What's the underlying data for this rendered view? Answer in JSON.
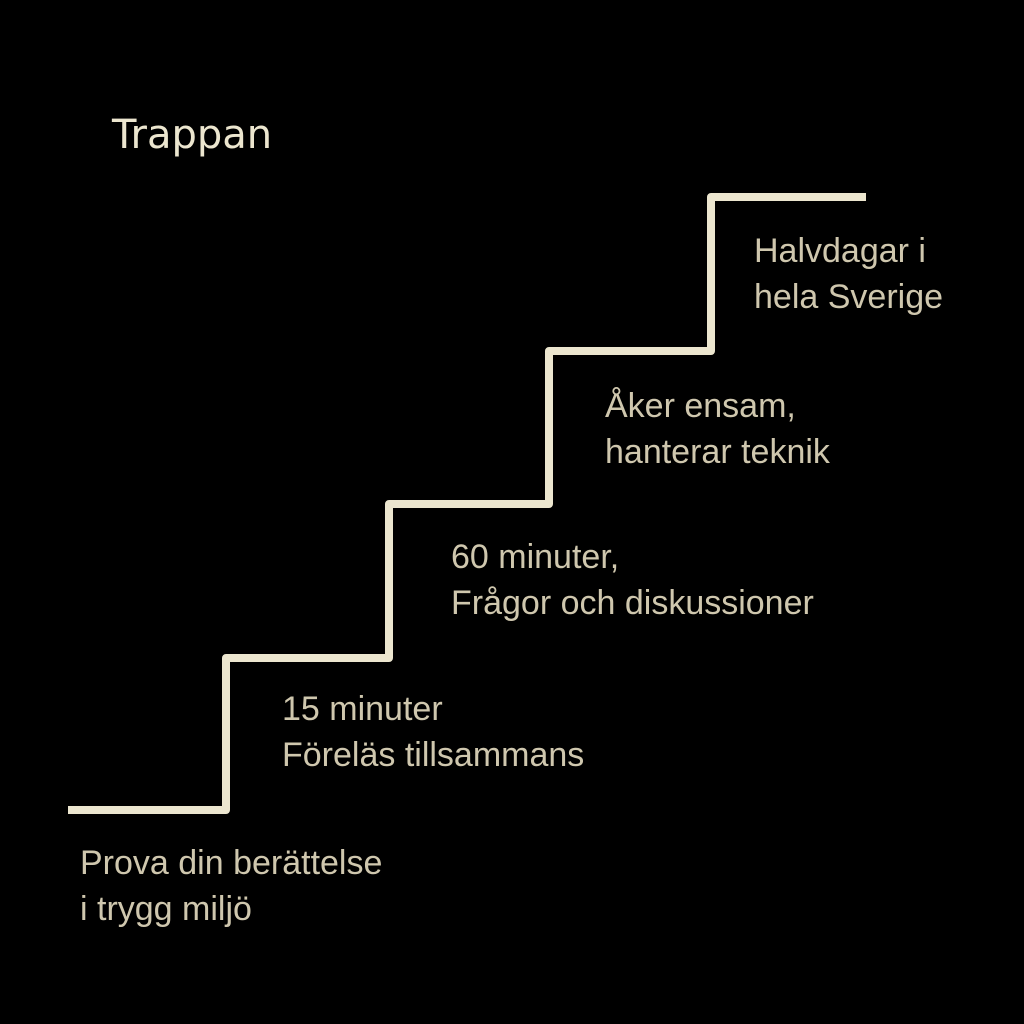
{
  "title": "Trappan",
  "colors": {
    "background": "#000000",
    "stair_line": "#ece6cf",
    "title_text": "#ece6cf",
    "label_text": "#cfc7ae"
  },
  "steps": [
    {
      "line1": "Prova din berättelse",
      "line2": "i trygg miljö"
    },
    {
      "line1": "15 minuter",
      "line2": "Föreläs tillsammans"
    },
    {
      "line1": "60 minuter,",
      "line2": "Frågor och diskussioner"
    },
    {
      "line1": "Åker ensam,",
      "line2": "hanterar teknik"
    },
    {
      "line1": "Halvdagar i",
      "line2": "hela Sverige"
    }
  ]
}
